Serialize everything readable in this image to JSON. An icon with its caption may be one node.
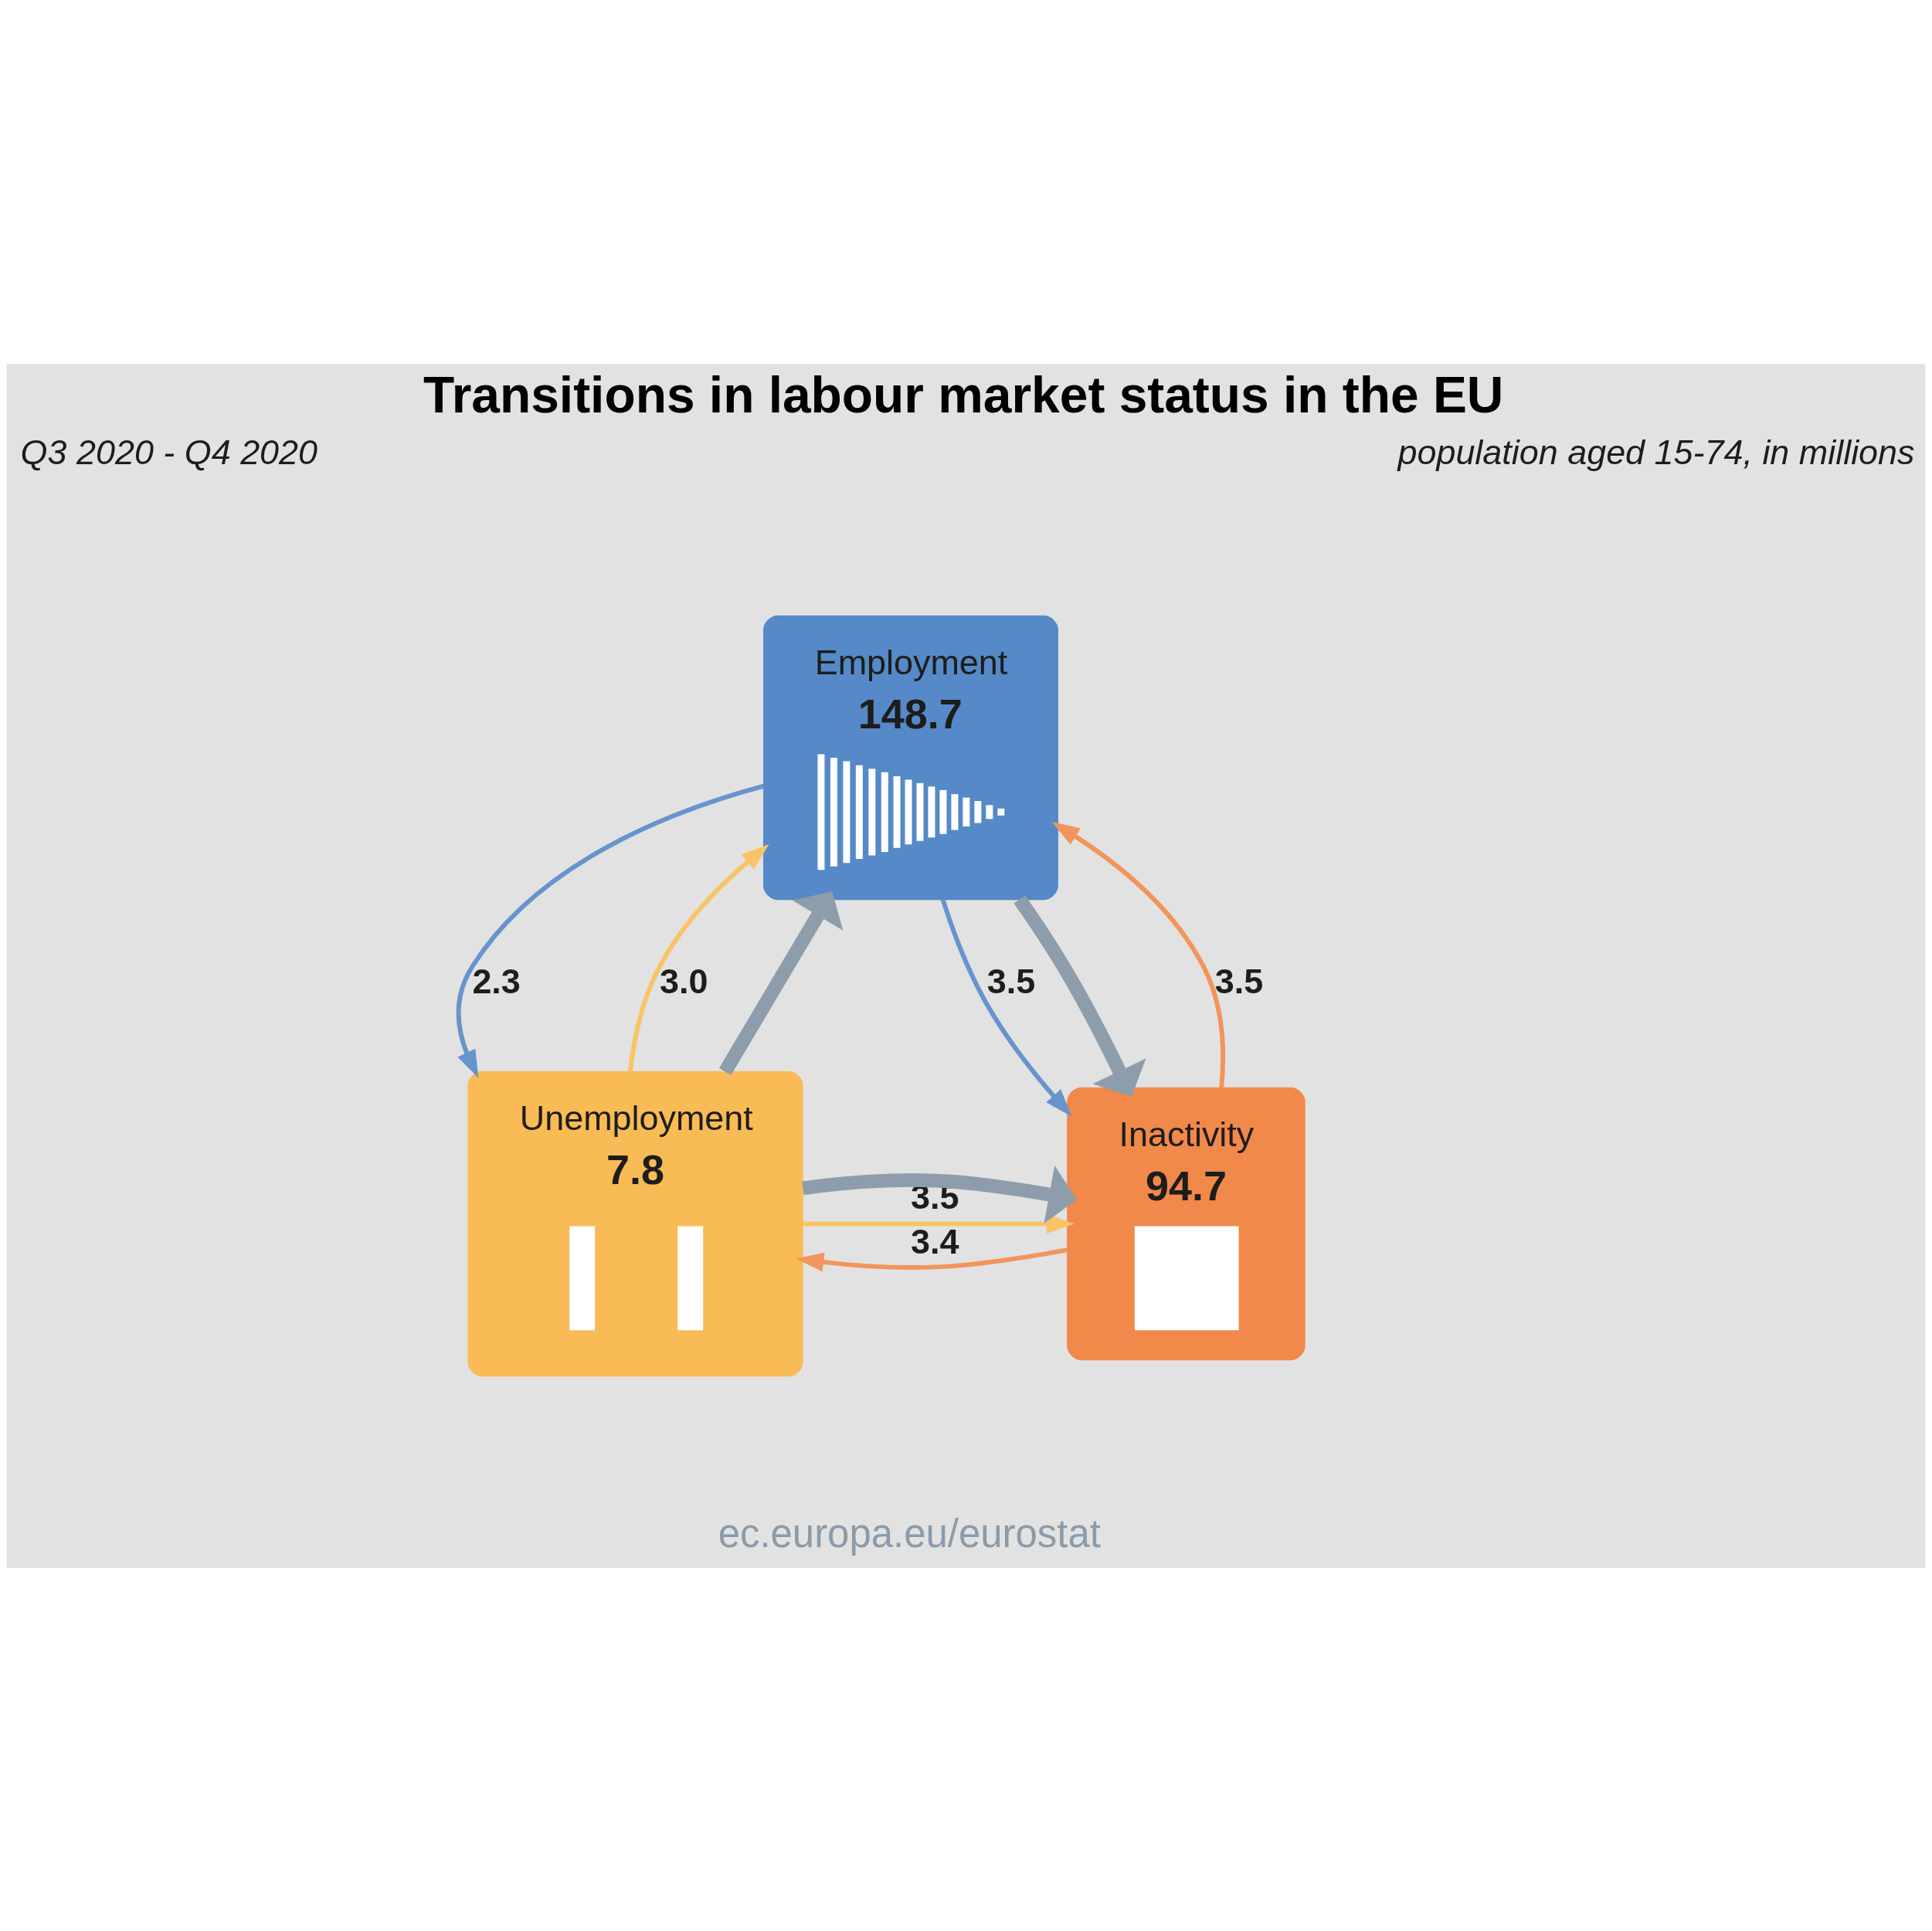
{
  "diagram": {
    "title": "Transitions in labour market status in the EU",
    "nodes": [
      {
        "text": [
          "Employment",
          "148.7"
        ]
      },
      {
        "text": [
          "Unemployment",
          "7.8"
        ]
      },
      {
        "text": [
          "Inactivity",
          "94.7"
        ]
      }
    ],
    "edges": [
      {
        "from": 0,
        "to": 1,
        "arrow": "to",
        "label": "2.3",
        "color": "#6794cc"
      },
      {
        "from": 1,
        "to": 0,
        "arrow": "to",
        "label": "3.0",
        "color": "#f9c466"
      },
      {
        "from": 0,
        "to": 2,
        "arrow": "to",
        "label": "3.5",
        "color": "#6794cc"
      },
      {
        "from": 2,
        "to": 0,
        "arrow": "to",
        "label": "3.5",
        "color": "#f2955c"
      },
      {
        "from": 1,
        "to": 2,
        "arrow": "to",
        "label": "3.5",
        "color": "#f9c466"
      },
      {
        "from": 2,
        "to": 1,
        "arrow": "to",
        "label": "3.4",
        "color": "#f2955c"
      },
      {
        "from": 1,
        "to": 0,
        "arrow": "to",
        "style": "thick",
        "color": "#8d9dab"
      },
      {
        "from": 0,
        "to": 2,
        "arrow": "to",
        "style": "thick",
        "color": "#8d9dab"
      },
      {
        "from": 1,
        "to": 2,
        "arrow": "to",
        "style": "thick",
        "color": "#8d9dab"
      }
    ],
    "labels": [
      "Q3 2020 - Q4 2020",
      "population aged 15-74, in millions",
      "ec.europa.eu/eurostat"
    ]
  }
}
